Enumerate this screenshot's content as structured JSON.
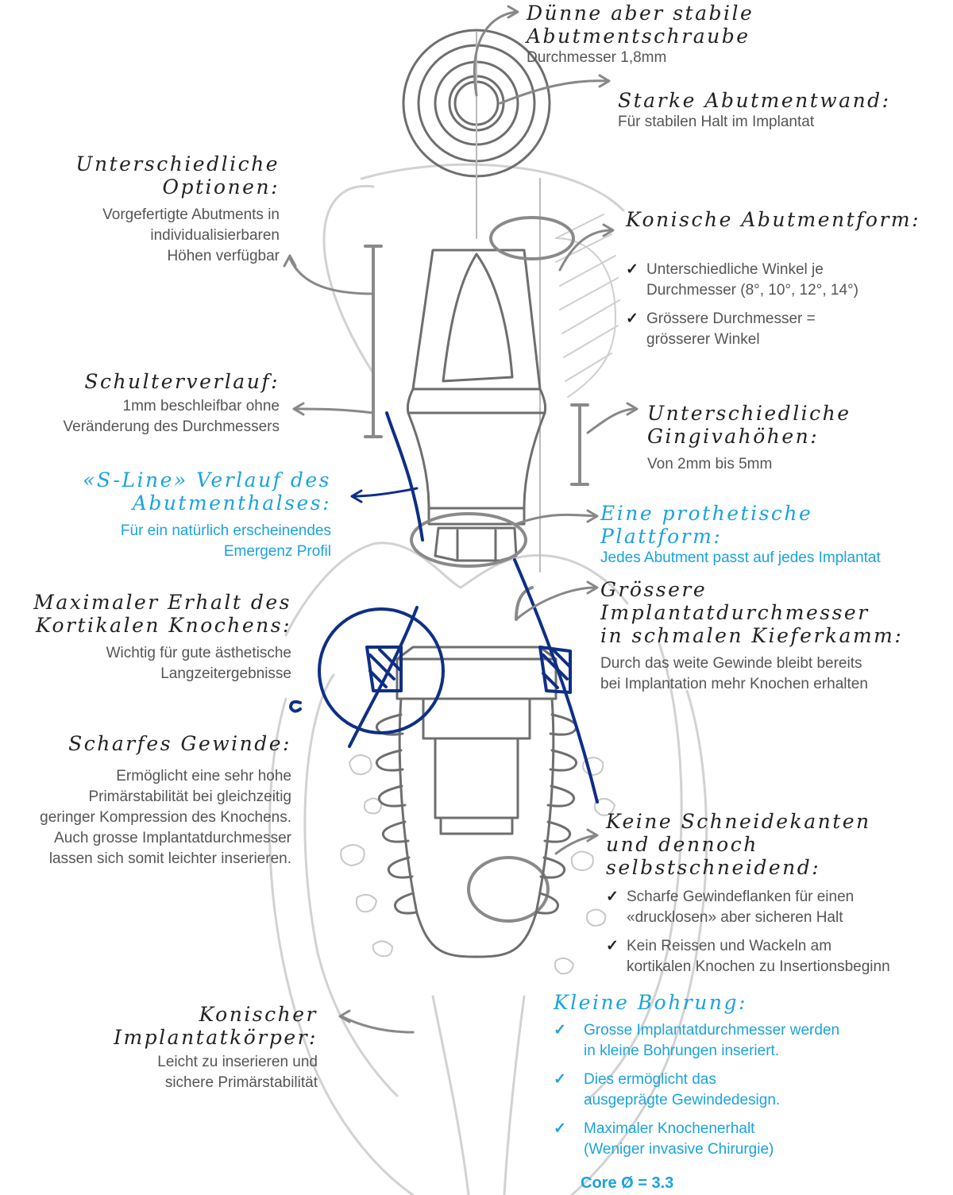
{
  "colors": {
    "accent_blue": "#1aa3dd",
    "sketch_navy": "#0f2f86",
    "sketch_gray": "#8a8a8a",
    "text_gray": "#555555",
    "heading_dark": "#222222"
  },
  "icons": {
    "check": "✓"
  },
  "screw": {
    "title": "Dünne aber stabile Abutmentschraube",
    "text": "Durchmesser 1,8mm"
  },
  "wall": {
    "title": "Starke Abutmentwand:",
    "text": "Für stabilen Halt im Implantat"
  },
  "options": {
    "title_line1": "Unterschiedliche",
    "title_line2": "Optionen:",
    "text": [
      "Vorgefertigte Abutments in",
      "individualisierbaren",
      "Höhen verfügbar"
    ]
  },
  "conical_form": {
    "title": "Konische Abutmentform:",
    "items": [
      [
        "Unterschiedliche Winkel je",
        "Durchmesser (8°, 10°, 12°, 14°)"
      ],
      [
        "Grössere Durchmesser =",
        "grösserer Winkel"
      ]
    ]
  },
  "shoulder": {
    "title": "Schulterverlauf:",
    "text": [
      "1mm beschleifbar ohne",
      "Veränderung des Durchmessers"
    ]
  },
  "gingiva": {
    "title_line1": "Unterschiedliche",
    "title_line2": "Gingivahöhen:",
    "text": "Von 2mm bis 5mm"
  },
  "sline": {
    "title_line1": "«S-Line» Verlauf des",
    "title_line2": "Abutmenthalses:",
    "text": [
      "Für ein natürlich erscheinendes",
      "Emergenz Profil"
    ]
  },
  "platform": {
    "title": "Eine prothetische Plattform:",
    "text": "Jedes Abutment passt auf jedes Implantat"
  },
  "cortical": {
    "title_line1": "Maximaler Erhalt des",
    "title_line2": "Kortikalen Knochens:",
    "text": [
      "Wichtig für gute ästhetische",
      "Langzeitergebnisse"
    ]
  },
  "larger_diameter": {
    "title_line1": "Grössere Implantatdurchmesser",
    "title_line2": "in schmalen Kieferkamm:",
    "text": [
      "Durch das weite Gewinde bleibt bereits",
      "bei Implantation mehr Knochen erhalten"
    ]
  },
  "thread": {
    "title": "Scharfes Gewinde:",
    "text": [
      "Ermöglicht eine sehr hohe",
      "Primärstabilität bei gleichzeitig",
      "geringer Kompression des Knochens.",
      "Auch grosse Implantatdurchmesser",
      "lassen sich somit leichter inserieren."
    ]
  },
  "no_edges": {
    "title_line1": "Keine Schneidekanten",
    "title_line2": "und dennoch selbstschneidend:",
    "items": [
      [
        "Scharfe Gewindeflanken für einen",
        "«drucklosen» aber sicheren Halt"
      ],
      [
        "Kein Reissen und Wackeln am",
        "kortikalen Knochen zu Insertionsbeginn"
      ]
    ]
  },
  "conical_body": {
    "title": "Konischer Implantatkörper:",
    "text": [
      "Leicht zu inserieren und",
      "sichere Primärstabilität"
    ]
  },
  "small_drill": {
    "title": "Kleine Bohrung:",
    "items": [
      [
        "Grosse Implantatdurchmesser werden",
        "in kleine Bohrungen inseriert."
      ],
      [
        "Dies ermöglicht das",
        "ausgeprägte Gewindedesign."
      ],
      [
        "Maximaler Knochenerhalt",
        "(Weniger invasive Chirurgie)"
      ]
    ],
    "core": "Core Ø = 3.3"
  }
}
